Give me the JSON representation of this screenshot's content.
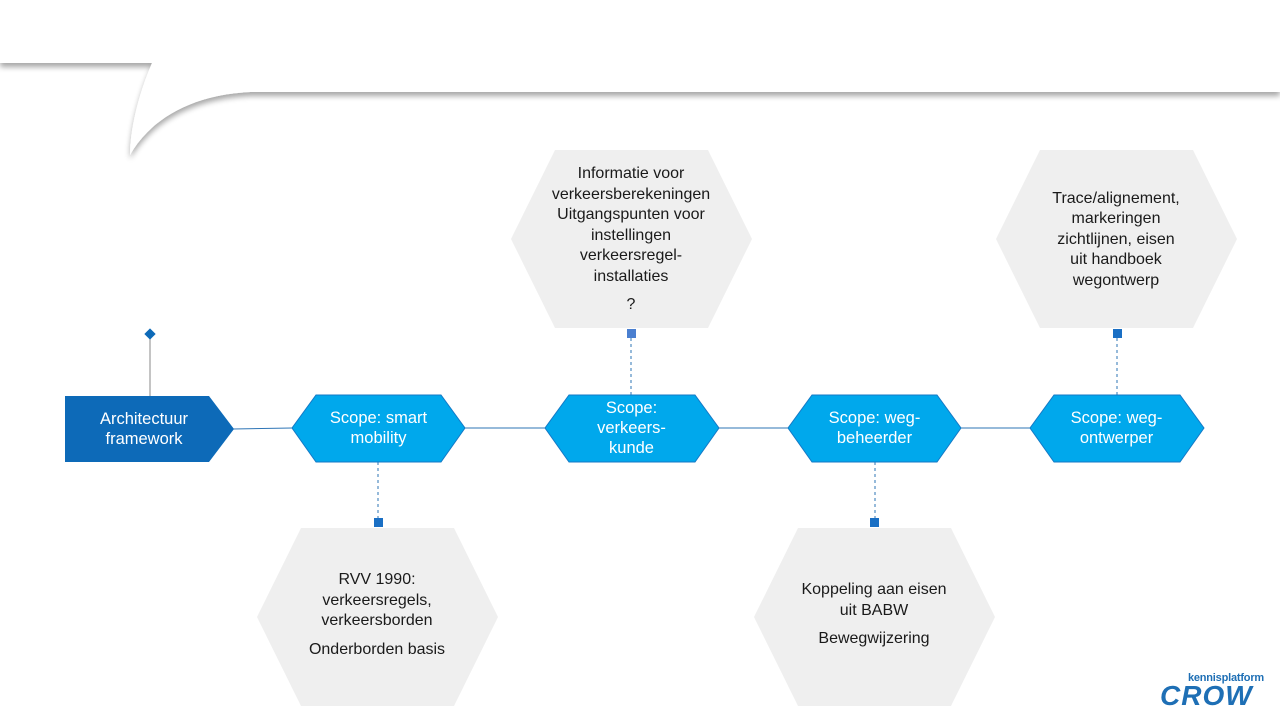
{
  "diagram": {
    "root": {
      "label": "Architectuur framework"
    },
    "scopes": [
      {
        "label": "Scope: smart mobility"
      },
      {
        "label": "Scope: verkeers-kunde"
      },
      {
        "label": "Scope: weg-beheerder"
      },
      {
        "label": "Scope: weg-ontwerper"
      }
    ],
    "boxes": [
      {
        "lines": [
          "Informatie voor",
          "verkeersberekeningen",
          "Uitgangspunten voor",
          "instellingen",
          "verkeersregel-",
          "installaties"
        ],
        "extra": "?"
      },
      {
        "lines": [
          "Trace/alignement,",
          "markeringen",
          "zichtlijnen, eisen",
          "uit handboek",
          "wegontwerp"
        ],
        "extra": ""
      },
      {
        "lines": [
          "RVV 1990:",
          "verkeersregels,",
          "verkeersborden"
        ],
        "extra": "Onderborden basis"
      },
      {
        "lines": [
          "Koppeling aan eisen",
          "uit  BABW"
        ],
        "extra": "Bewegwijzering"
      }
    ]
  },
  "logo": {
    "small_text": "kennisplatform",
    "big_text": "CROW"
  },
  "colors": {
    "root_fill": "#0d6ab8",
    "scope_fill": "#00a8ec",
    "box_fill": "#efefef",
    "connector": "#2e75b6",
    "logo": "#1e6fb5"
  }
}
